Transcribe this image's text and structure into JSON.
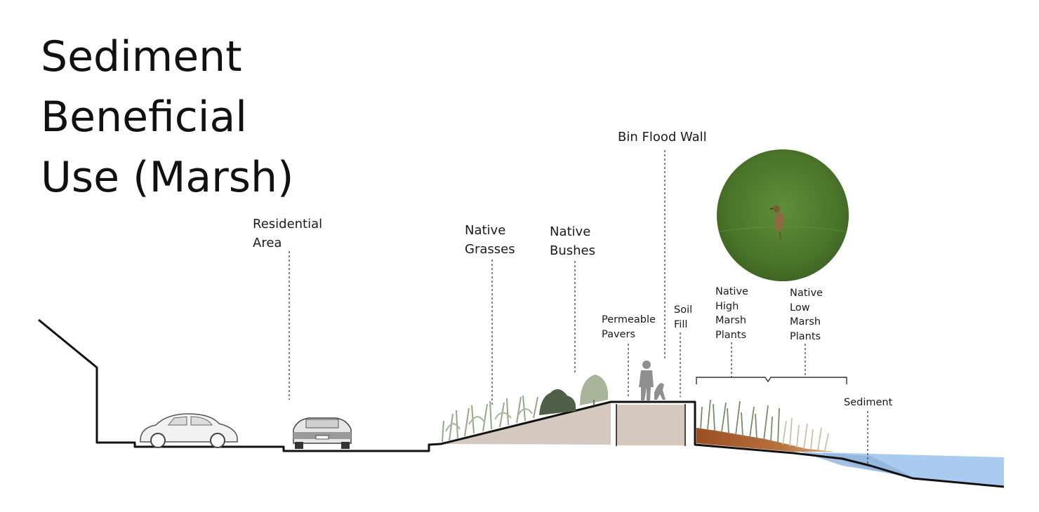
{
  "title": {
    "line1": "Sediment",
    "line2": "Beneficial",
    "line3": "Use (Marsh)"
  },
  "labels": {
    "residential": [
      "Residential",
      "Area"
    ],
    "native_grasses": [
      "Native",
      "Grasses"
    ],
    "native_bushes": [
      "Native",
      "Bushes"
    ],
    "bin_flood_wall": "Bin Flood Wall",
    "permeable_pavers": [
      "Permeable",
      "Pavers"
    ],
    "soil_fill": [
      "Soil",
      "Fill"
    ],
    "high_marsh": [
      "Native",
      "High",
      "Marsh",
      "Plants"
    ],
    "low_marsh": [
      "Native",
      "Low",
      "Marsh",
      "Plants"
    ],
    "sediment": "Sediment"
  },
  "colors": {
    "ground_line": "#111111",
    "fill_soil": "#d5c8bf",
    "water": "#a9cbf0",
    "marsh_soil": "#a05a2c",
    "vegetation": "#8c9c7c",
    "bush_dark": "#4f5f48",
    "figure": "#8f8f8f",
    "photo_green": "#4e7a2c"
  },
  "icons": [
    "car-beetle-icon",
    "car-sedan-icon",
    "person-with-dog-icon",
    "bird-photo-icon"
  ]
}
